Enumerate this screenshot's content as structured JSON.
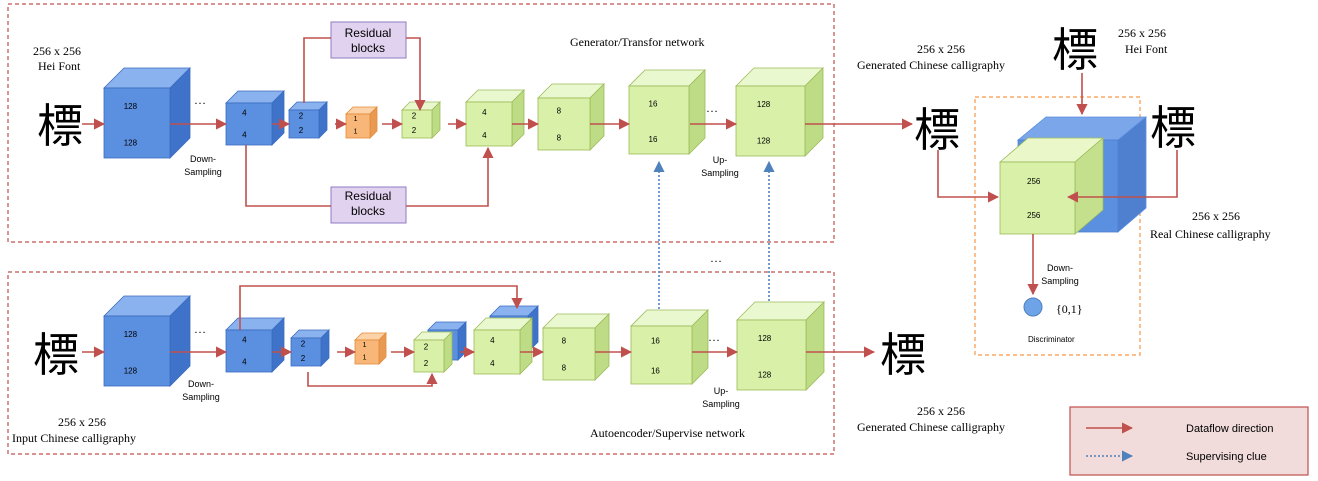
{
  "glyph": "標",
  "generator": {
    "title": "Generator/Transfor network",
    "input_size": "256 x 256",
    "input_font": "Hei Font",
    "residual_label": "Residual\nblocks",
    "down_label": "Down-\nSampling",
    "up_label": "Up-\nSampling",
    "dots": "…",
    "output_size": "256 x 256",
    "output_label": "Generated  Chinese calligraphy",
    "cubes": [
      {
        "top": "128",
        "bottom": "128"
      },
      {
        "top": "4",
        "bottom": "4"
      },
      {
        "top": "2",
        "bottom": "2"
      },
      {
        "top": "1",
        "bottom": "1"
      },
      {
        "top": "2",
        "bottom": "2"
      },
      {
        "top": "4",
        "bottom": "4"
      },
      {
        "top": "8",
        "bottom": "8"
      },
      {
        "top": "16",
        "bottom": "16"
      },
      {
        "top": "128",
        "bottom": "128"
      }
    ]
  },
  "autoencoder": {
    "title": "Autoencoder/Supervise network",
    "input_size": "256 x 256",
    "input_label": "Input  Chinese calligraphy",
    "down_label": "Down-\nSampling",
    "up_label": "Up-\nSampling",
    "dots": "…",
    "middle_dots": "…",
    "output_size": "256 x 256",
    "output_label": "Generated  Chinese calligraphy",
    "cubes": [
      {
        "top": "128",
        "bottom": "128"
      },
      {
        "top": "4",
        "bottom": "4"
      },
      {
        "top": "2",
        "bottom": "2"
      },
      {
        "top": "1",
        "bottom": "1"
      },
      {
        "top": "2",
        "bottom": "2"
      },
      {
        "top": "4",
        "bottom": "4"
      },
      {
        "top": "8",
        "bottom": "8"
      },
      {
        "top": "16",
        "bottom": "16"
      },
      {
        "top": "128",
        "bottom": "128"
      }
    ]
  },
  "discriminator": {
    "font_size": "256 x 256",
    "font_label": "Hei Font",
    "real_size": "256 x 256",
    "real_label": "Real Chinese calligraphy",
    "cube_top": "256",
    "cube_bottom": "256",
    "down_label": "Down-\nSampling",
    "output": "{0,1}",
    "name": "Discriminator"
  },
  "legend": {
    "dataflow": "Dataflow direction",
    "supervising": "Supervising clue"
  },
  "colors": {
    "blue": "#5b8fe0",
    "green": "#d8f0a8",
    "orange": "#f8b778",
    "purple": "#e1d2f0",
    "arrow": "#c0504d",
    "dotted": "#4f81bd",
    "dashed_box": "#c0504d",
    "disc_box": "#f79646"
  }
}
